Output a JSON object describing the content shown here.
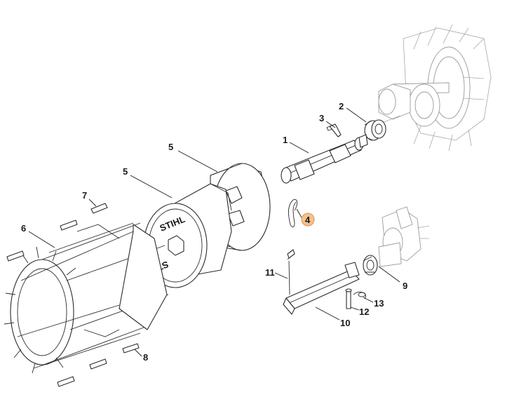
{
  "diagram": {
    "highlight_color": "#f5c08f",
    "brand_text": "STIHL",
    "callouts": [
      {
        "id": "1",
        "label": "1"
      },
      {
        "id": "2",
        "label": "2"
      },
      {
        "id": "3",
        "label": "3"
      },
      {
        "id": "4",
        "label": "4",
        "highlighted": true
      },
      {
        "id": "5a",
        "label": "5"
      },
      {
        "id": "5b",
        "label": "5"
      },
      {
        "id": "6",
        "label": "6"
      },
      {
        "id": "7",
        "label": "7"
      },
      {
        "id": "8",
        "label": "8"
      },
      {
        "id": "9",
        "label": "9"
      },
      {
        "id": "10",
        "label": "10"
      },
      {
        "id": "11",
        "label": "11"
      },
      {
        "id": "12",
        "label": "12"
      },
      {
        "id": "13",
        "label": "13"
      }
    ]
  }
}
